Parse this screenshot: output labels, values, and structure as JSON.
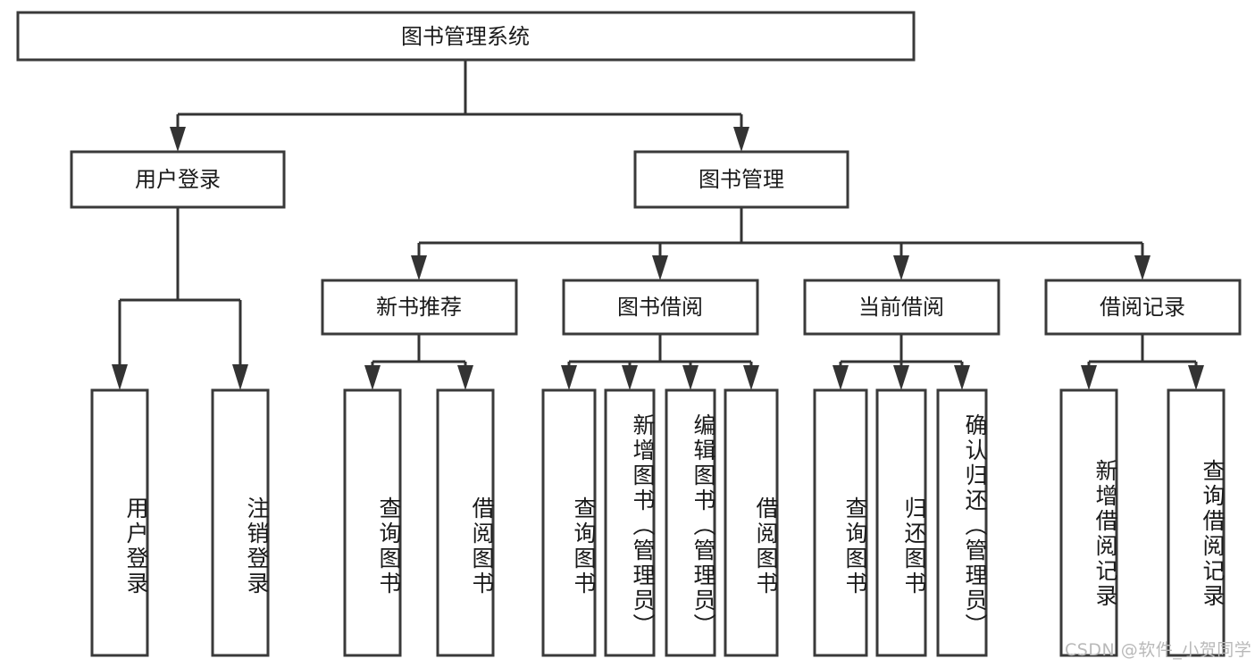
{
  "diagram": {
    "type": "tree-hierarchy",
    "title": "图书管理系统",
    "watermark": "CSDN @软件_小贺同学",
    "colors": {
      "box_stroke": "#3a3a3a",
      "connector": "#333333",
      "text": "#1a1a1a",
      "background": "#ffffff",
      "watermark": "#b9b9b9"
    },
    "levels": [
      {
        "level": 1,
        "nodes": [
          {
            "id": "root",
            "label": "图书管理系统",
            "orientation": "horizontal"
          }
        ]
      },
      {
        "level": 2,
        "nodes": [
          {
            "id": "user-login",
            "label": "用户登录",
            "orientation": "horizontal",
            "parent": "root"
          },
          {
            "id": "book-manage",
            "label": "图书管理",
            "orientation": "horizontal",
            "parent": "root"
          }
        ]
      },
      {
        "level": 3,
        "nodes": [
          {
            "id": "new-book-recommend",
            "label": "新书推荐",
            "orientation": "horizontal",
            "parent": "book-manage"
          },
          {
            "id": "book-borrow",
            "label": "图书借阅",
            "orientation": "horizontal",
            "parent": "book-manage"
          },
          {
            "id": "current-borrow",
            "label": "当前借阅",
            "orientation": "horizontal",
            "parent": "book-manage"
          },
          {
            "id": "borrow-record",
            "label": "借阅记录",
            "orientation": "horizontal",
            "parent": "book-manage"
          }
        ]
      },
      {
        "level": 4,
        "nodes": [
          {
            "id": "leaf-user-login",
            "label": "用户登录",
            "orientation": "vertical",
            "parent": "user-login"
          },
          {
            "id": "leaf-logout",
            "label": "注销登录",
            "orientation": "vertical",
            "parent": "user-login"
          },
          {
            "id": "leaf-query-book-1",
            "label": "查询图书",
            "orientation": "vertical",
            "parent": "new-book-recommend"
          },
          {
            "id": "leaf-borrow-book-1",
            "label": "借阅图书",
            "orientation": "vertical",
            "parent": "new-book-recommend"
          },
          {
            "id": "leaf-query-book-2",
            "label": "查询图书",
            "orientation": "vertical",
            "parent": "book-borrow"
          },
          {
            "id": "leaf-add-book",
            "label": "新增图书（管理员）",
            "orientation": "vertical",
            "parent": "book-borrow"
          },
          {
            "id": "leaf-edit-book",
            "label": "编辑图书（管理员）",
            "orientation": "vertical",
            "parent": "book-borrow"
          },
          {
            "id": "leaf-borrow-book-2",
            "label": "借阅图书",
            "orientation": "vertical",
            "parent": "book-borrow"
          },
          {
            "id": "leaf-query-book-3",
            "label": "查询图书",
            "orientation": "vertical",
            "parent": "current-borrow"
          },
          {
            "id": "leaf-return-book",
            "label": "归还图书",
            "orientation": "vertical",
            "parent": "current-borrow"
          },
          {
            "id": "leaf-confirm-return",
            "label": "确认归还（管理员）",
            "orientation": "vertical",
            "parent": "current-borrow"
          },
          {
            "id": "leaf-add-record",
            "label": "新增借阅记录",
            "orientation": "vertical",
            "parent": "borrow-record"
          },
          {
            "id": "leaf-query-record",
            "label": "查询借阅记录",
            "orientation": "vertical",
            "parent": "borrow-record"
          }
        ]
      }
    ]
  }
}
